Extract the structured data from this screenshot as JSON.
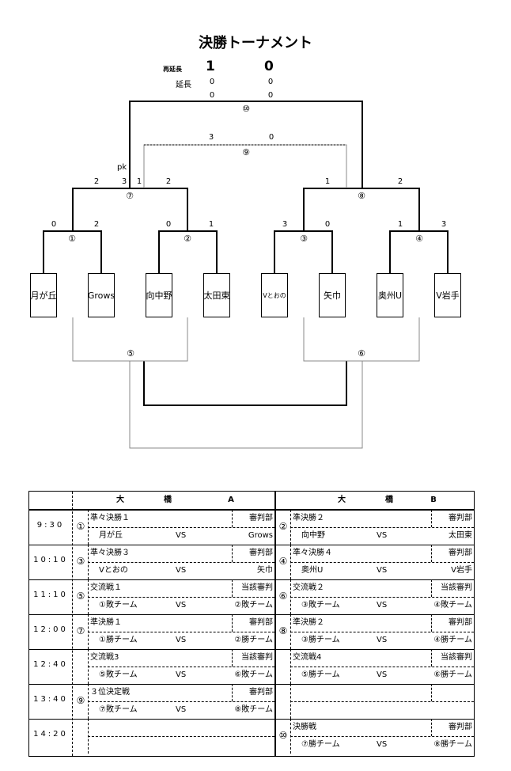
{
  "title": "決勝トーナメント",
  "extra_time": {
    "saienchou_label": "再延長",
    "saienchou_a": "1",
    "saienchou_b": "0",
    "enchou_label": "延長",
    "enchou_a": "0",
    "enchou_b": "0",
    "base_a": "0",
    "base_b": "0"
  },
  "bracket": {
    "m10": "⑩",
    "m9": "⑨",
    "m9_a": "3",
    "m9_b": "0",
    "pk_label": "pk",
    "m7": "⑦",
    "m7_a": "2",
    "m7_pk_a": "3",
    "m7_pk_b": "1",
    "m7_b": "2",
    "m8": "⑧",
    "m8_a": "1",
    "m8_b": "2",
    "m1": "①",
    "m1_a": "0",
    "m1_b": "2",
    "m2": "②",
    "m2_a": "0",
    "m2_b": "1",
    "m3": "③",
    "m3_a": "3",
    "m3_b": "0",
    "m4": "④",
    "m4_a": "1",
    "m4_b": "3",
    "m5": "⑤",
    "m6": "⑥",
    "teams": [
      "月が丘",
      "Grows",
      "向中野",
      "太田東",
      "Vとおの",
      "矢巾",
      "奥州U",
      "V岩手"
    ]
  },
  "schedule": {
    "header": {
      "a_1": "大",
      "a_2": "橋",
      "a_3": "A",
      "b_1": "大",
      "b_2": "橋",
      "b_3": "B"
    },
    "vs": "VS",
    "rows": [
      {
        "time": "9:30",
        "a_no": "①",
        "a_title": "準々決勝１",
        "a_ref": "審判部",
        "a_left": "月が丘",
        "a_right": "Grows",
        "b_no": "②",
        "b_title": "準決勝２",
        "b_ref": "審判部",
        "b_left": "向中野",
        "b_right": "太田東"
      },
      {
        "time": "10:10",
        "a_no": "③",
        "a_title": "準々決勝３",
        "a_ref": "審判部",
        "a_left": "Vとおの",
        "a_right": "矢巾",
        "b_no": "④",
        "b_title": "準々決勝４",
        "b_ref": "審判部",
        "b_left": "奥州U",
        "b_right": "V岩手"
      },
      {
        "time": "11:10",
        "a_no": "⑤",
        "a_title": "交流戦１",
        "a_ref": "当該審判",
        "a_left": "①敗チーム",
        "a_right": "②敗チーム",
        "b_no": "⑥",
        "b_title": "交流戦２",
        "b_ref": "当該審判",
        "b_left": "③敗チーム",
        "b_right": "④敗チーム"
      },
      {
        "time": "12:00",
        "a_no": "⑦",
        "a_title": "準決勝１",
        "a_ref": "審判部",
        "a_left": "①勝チーム",
        "a_right": "②勝チーム",
        "b_no": "⑧",
        "b_title": "準決勝２",
        "b_ref": "審判部",
        "b_left": "③勝チーム",
        "b_right": "④勝チーム"
      },
      {
        "time": "12:40",
        "a_no": "",
        "a_title": "交流戦3",
        "a_ref": "当該審判",
        "a_left": "⑤敗チーム",
        "a_right": "⑥敗チーム",
        "b_no": "",
        "b_title": "交流戦4",
        "b_ref": "当該審判",
        "b_left": "⑤勝チーム",
        "b_right": "⑥勝チーム"
      },
      {
        "time": "13:40",
        "a_no": "⑨",
        "a_title": "３位決定戦",
        "a_ref": "審判部",
        "a_left": "⑦敗チーム",
        "a_right": "⑧敗チーム",
        "b_no": "",
        "b_title": "",
        "b_ref": "",
        "b_left": "",
        "b_right": ""
      },
      {
        "time": "14:20",
        "a_no": "",
        "a_title": "",
        "a_ref": "",
        "a_left": "",
        "a_right": "",
        "b_no": "⑩",
        "b_title": "決勝戦",
        "b_ref": "審判部",
        "b_left": "⑦勝チーム",
        "b_right": "⑧勝チーム"
      }
    ]
  }
}
